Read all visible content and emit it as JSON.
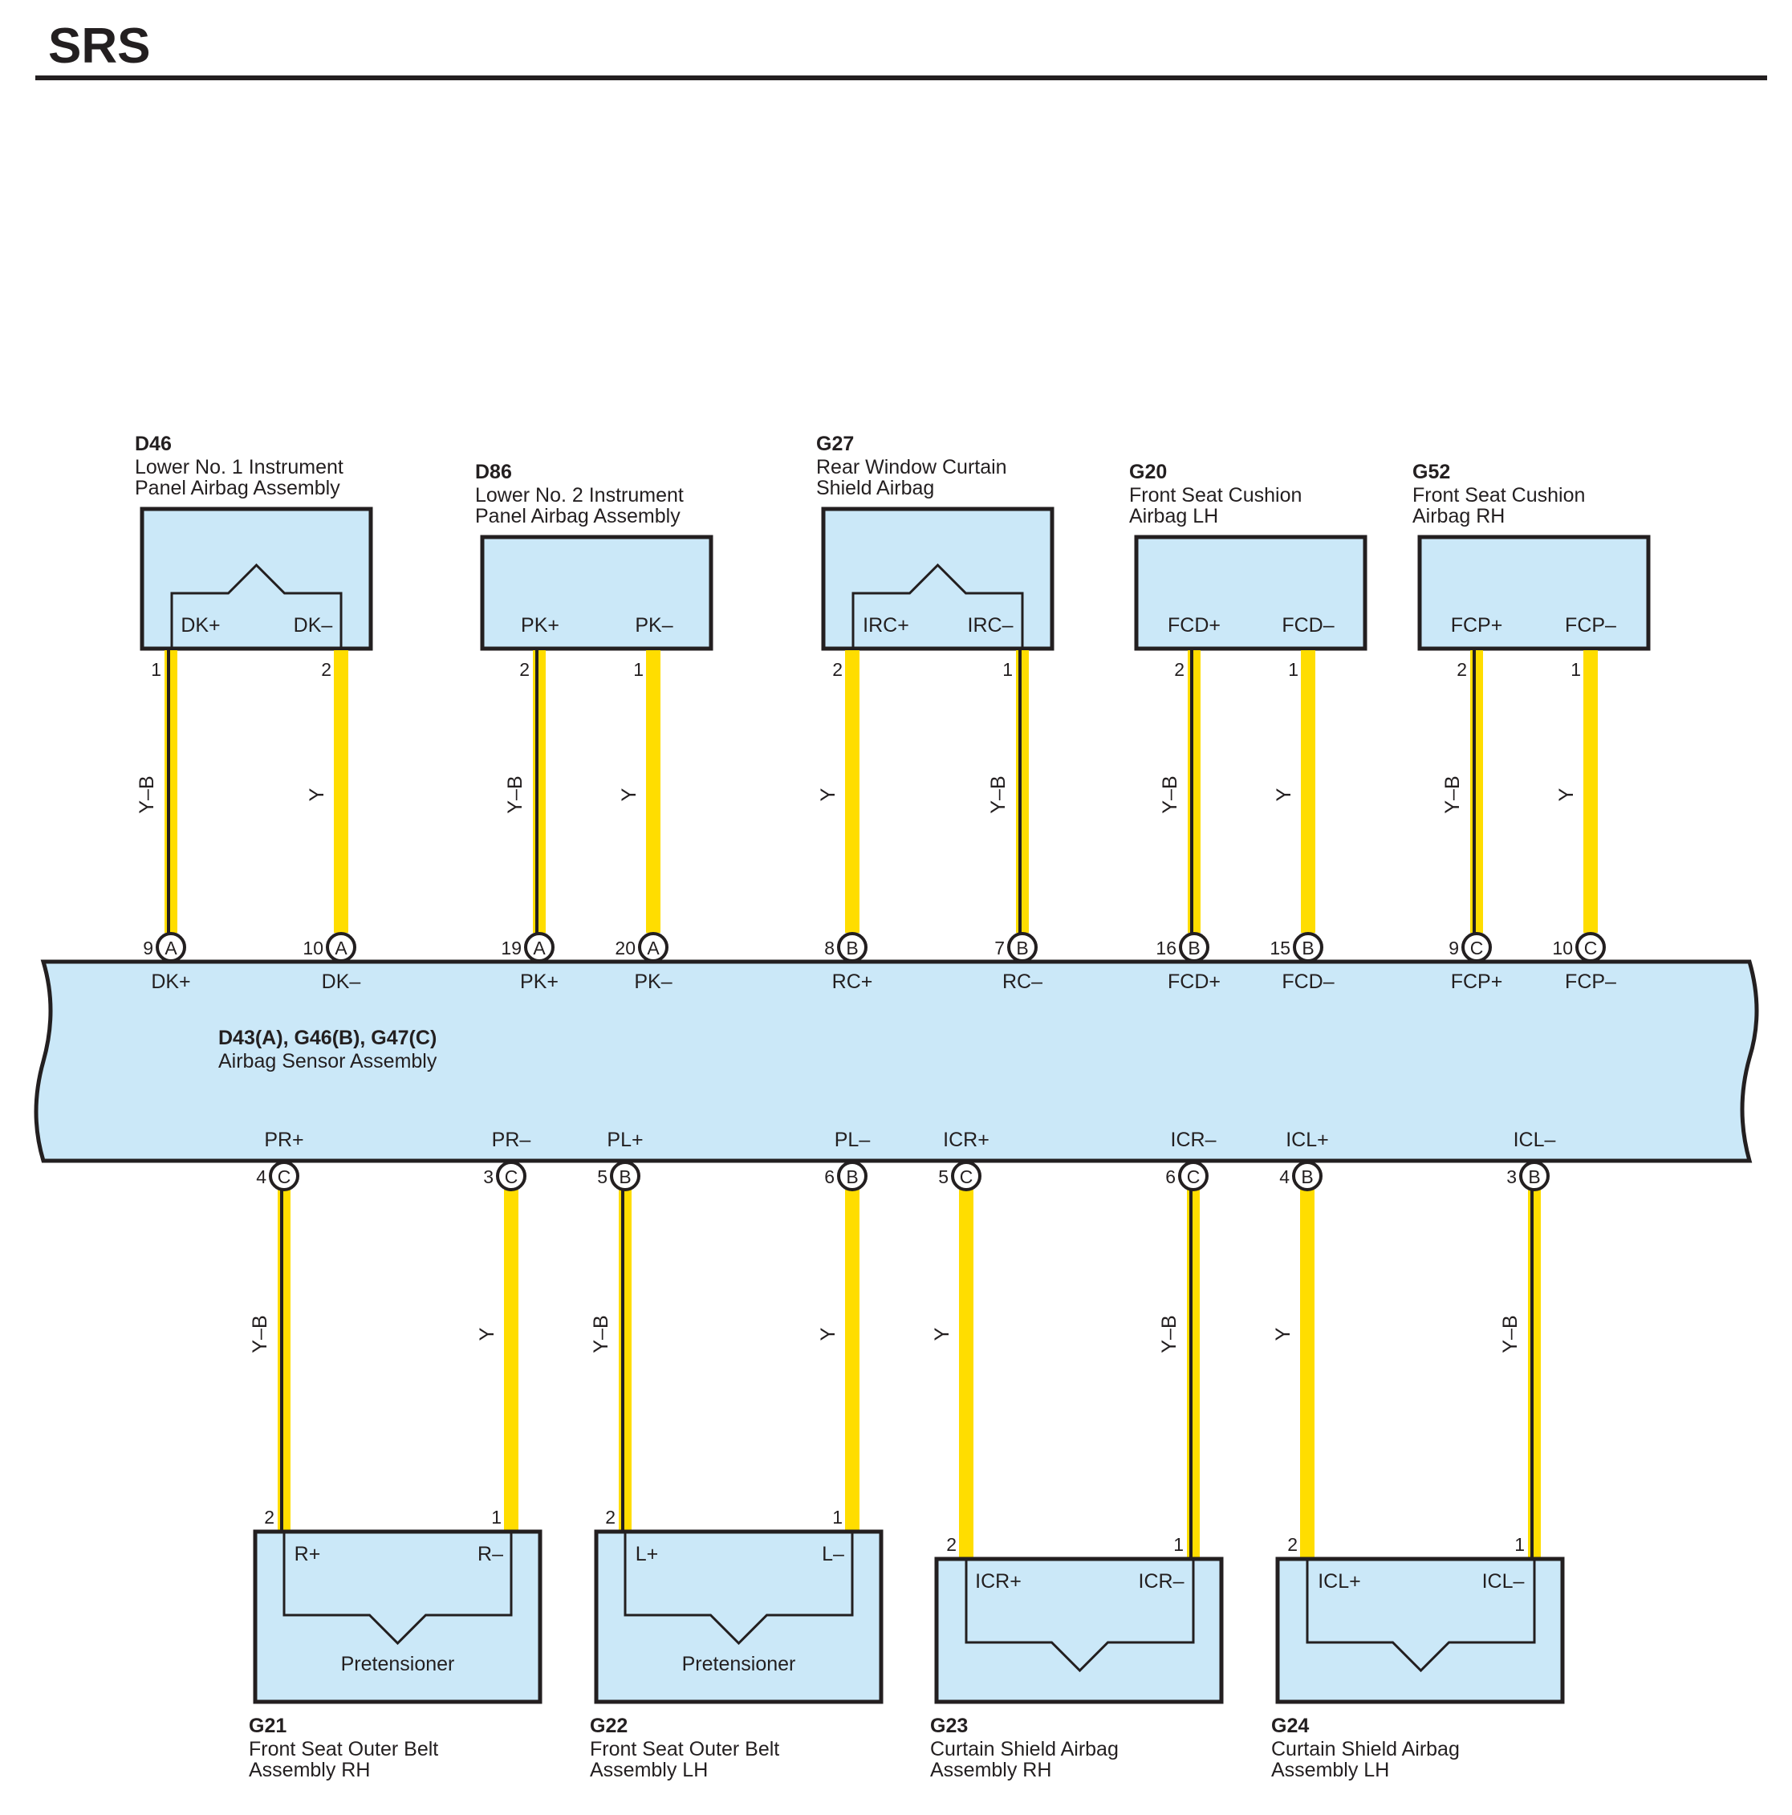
{
  "title": "SRS",
  "ecu": {
    "code": "D43(A), G46(B), G47(C)",
    "name": "Airbag Sensor Assembly"
  },
  "top_components": [
    {
      "code": "D46",
      "name": [
        "Lower No.  1 Instrument",
        "Panel Airbag Assembly"
      ],
      "inner": "peak",
      "pins": [
        {
          "label": "DK+",
          "pin": "1",
          "wire": "Y–B",
          "ecu_pin": "9",
          "conn": "A",
          "ecu_label": "DK+"
        },
        {
          "label": "DK–",
          "pin": "2",
          "wire": "Y",
          "ecu_pin": "10",
          "conn": "A",
          "ecu_label": "DK–"
        }
      ]
    },
    {
      "code": "D86",
      "name": [
        "Lower No.  2 Instrument",
        "Panel Airbag Assembly"
      ],
      "inner": "none",
      "pins": [
        {
          "label": "PK+",
          "pin": "2",
          "wire": "Y–B",
          "ecu_pin": "19",
          "conn": "A",
          "ecu_label": "PK+"
        },
        {
          "label": "PK–",
          "pin": "1",
          "wire": "Y",
          "ecu_pin": "20",
          "conn": "A",
          "ecu_label": "PK–"
        }
      ]
    },
    {
      "code": "G27",
      "name": [
        "Rear Window Curtain",
        "Shield Airbag"
      ],
      "inner": "peak",
      "pins": [
        {
          "label": "IRC+",
          "pin": "2",
          "wire": "Y",
          "ecu_pin": "8",
          "conn": "B",
          "ecu_label": "RC+"
        },
        {
          "label": "IRC–",
          "pin": "1",
          "wire": "Y–B",
          "ecu_pin": "7",
          "conn": "B",
          "ecu_label": "RC–"
        }
      ]
    },
    {
      "code": "G20",
      "name": [
        "Front Seat Cushion",
        "Airbag LH"
      ],
      "inner": "none",
      "pins": [
        {
          "label": "FCD+",
          "pin": "2",
          "wire": "Y–B",
          "ecu_pin": "16",
          "conn": "B",
          "ecu_label": "FCD+"
        },
        {
          "label": "FCD–",
          "pin": "1",
          "wire": "Y",
          "ecu_pin": "15",
          "conn": "B",
          "ecu_label": "FCD–"
        }
      ]
    },
    {
      "code": "G52",
      "name": [
        "Front Seat Cushion",
        "Airbag RH"
      ],
      "inner": "none",
      "pins": [
        {
          "label": "FCP+",
          "pin": "2",
          "wire": "Y–B",
          "ecu_pin": "9",
          "conn": "C",
          "ecu_label": "FCP+"
        },
        {
          "label": "FCP–",
          "pin": "1",
          "wire": "Y",
          "ecu_pin": "10",
          "conn": "C",
          "ecu_label": "FCP–"
        }
      ]
    }
  ],
  "bottom_components": [
    {
      "code": "G21",
      "name": [
        "Front Seat Outer Belt",
        "Assembly RH"
      ],
      "inner_label": "Pretensioner",
      "pins": [
        {
          "label": "R+",
          "pin": "2",
          "wire": "Y–B",
          "ecu_pin": "4",
          "conn": "C",
          "ecu_label": "PR+"
        },
        {
          "label": "R–",
          "pin": "1",
          "wire": "Y",
          "ecu_pin": "3",
          "conn": "C",
          "ecu_label": "PR–"
        }
      ]
    },
    {
      "code": "G22",
      "name": [
        "Front Seat Outer Belt",
        "Assembly LH"
      ],
      "inner_label": "Pretensioner",
      "pins": [
        {
          "label": "L+",
          "pin": "2",
          "wire": "Y–B",
          "ecu_pin": "5",
          "conn": "B",
          "ecu_label": "PL+"
        },
        {
          "label": "L–",
          "pin": "1",
          "wire": "Y",
          "ecu_pin": "6",
          "conn": "B",
          "ecu_label": "PL–"
        }
      ]
    },
    {
      "code": "G23",
      "name": [
        "Curtain Shield Airbag",
        "Assembly RH"
      ],
      "inner_label": "",
      "pins": [
        {
          "label": "ICR+",
          "pin": "2",
          "wire": "Y",
          "ecu_pin": "5",
          "conn": "C",
          "ecu_label": "ICR+"
        },
        {
          "label": "ICR–",
          "pin": "1",
          "wire": "Y–B",
          "ecu_pin": "6",
          "conn": "C",
          "ecu_label": "ICR–"
        }
      ]
    },
    {
      "code": "G24",
      "name": [
        "Curtain Shield Airbag",
        "Assembly LH"
      ],
      "inner_label": "",
      "pins": [
        {
          "label": "ICL+",
          "pin": "2",
          "wire": "Y",
          "ecu_pin": "4",
          "conn": "B",
          "ecu_label": "ICL+"
        },
        {
          "label": "ICL–",
          "pin": "1",
          "wire": "Y–B",
          "ecu_pin": "3",
          "conn": "B",
          "ecu_label": "ICL–"
        }
      ]
    }
  ]
}
